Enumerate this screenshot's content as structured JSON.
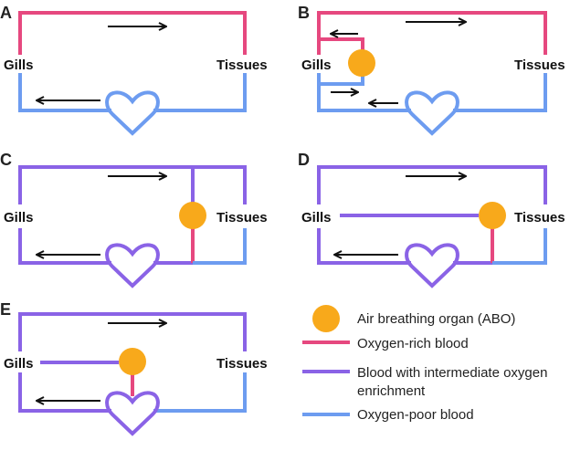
{
  "panels": [
    {
      "id": "A",
      "gills_label": "Gills",
      "tissues_label": "Tissues"
    },
    {
      "id": "B",
      "gills_label": "Gills",
      "tissues_label": "Tissues"
    },
    {
      "id": "C",
      "gills_label": "Gills",
      "tissues_label": "Tissues"
    },
    {
      "id": "D",
      "gills_label": "Gills",
      "tissues_label": "Tissues"
    },
    {
      "id": "E",
      "gills_label": "Gills",
      "tissues_label": "Tissues"
    }
  ],
  "legend": {
    "abo": "Air breathing organ (ABO)",
    "rich": "Oxygen-rich blood",
    "intermediate_line1": "Blood with intermediate oxygen",
    "intermediate_line2": "enrichment",
    "poor": "Oxygen-poor blood"
  },
  "colors": {
    "oxygen_rich": "#e6487f",
    "intermediate": "#8a63e6",
    "oxygen_poor": "#6d9cf0",
    "abo": "#f8a91b"
  }
}
